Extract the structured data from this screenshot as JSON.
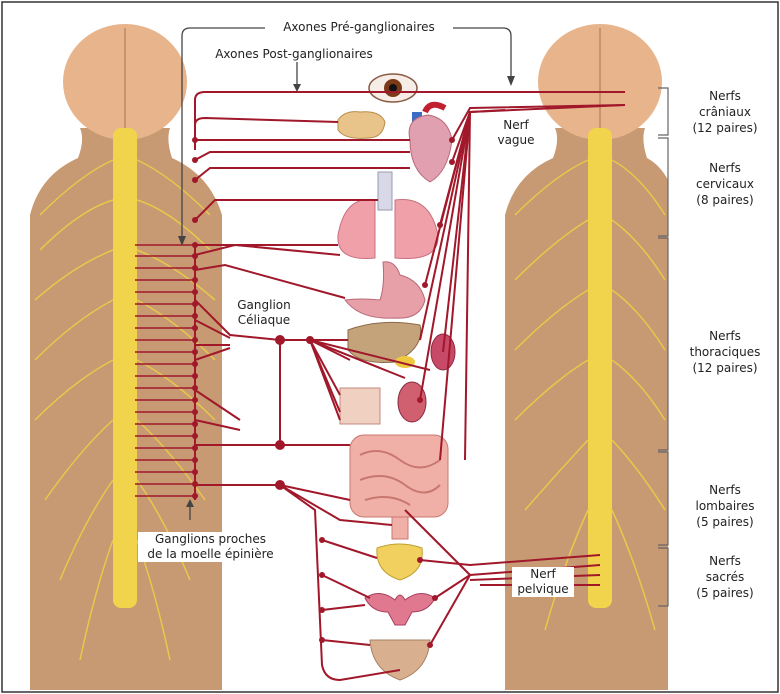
{
  "labels": {
    "pre_ganglionic": "Axones Pré-ganglionaires",
    "post_ganglionic": "Axones Post-ganglionaires",
    "vagus": "Nerf\nvague",
    "celiac": "Ganglion\nCéliaque",
    "near_ganglia": "Ganglions proches\nde la moelle épinière",
    "pelvic": "Nerf\npelvique"
  },
  "nerve_groups": [
    {
      "name": "Nerfs\ncrâniaux\n(12 paires)"
    },
    {
      "name": "Nerfs\ncervicaux\n(8 paires)"
    },
    {
      "name": "Nerfs\nthoraciques\n(12 paires)"
    },
    {
      "name": "Nerfs\nlombaires\n(5 paires)"
    },
    {
      "name": "Nerfs\nsacrés\n(5 paires)"
    }
  ],
  "colors": {
    "nerve": "#a0182a",
    "skin": "#c79a73",
    "spine": "#f2d44c",
    "brain": "#e8b48c"
  }
}
